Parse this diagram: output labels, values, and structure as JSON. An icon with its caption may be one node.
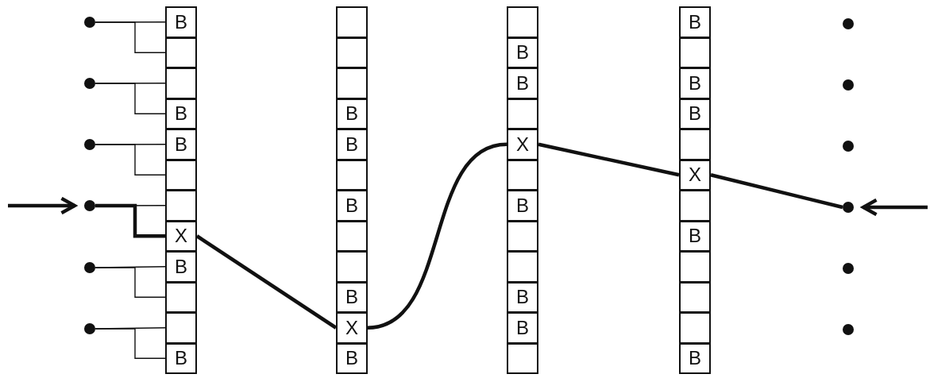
{
  "diagram": {
    "nodes": [
      {
        "text": [],
        "shape": "circle"
      },
      {
        "text": [],
        "shape": "circle"
      },
      {
        "text": [],
        "shape": "circle"
      },
      {
        "text": [],
        "shape": "circle"
      },
      {
        "text": [],
        "shape": "circle"
      },
      {
        "text": [],
        "shape": "circle"
      },
      {
        "text": [
          "B"
        ]
      },
      {
        "text": [],
        "shape": "box"
      },
      {
        "text": [],
        "shape": "box"
      },
      {
        "text": [
          "B"
        ]
      },
      {
        "text": [
          "B"
        ]
      },
      {
        "text": [],
        "shape": "box"
      },
      {
        "text": [],
        "shape": "box"
      },
      {
        "text": [
          "X"
        ]
      },
      {
        "text": [
          "B"
        ]
      },
      {
        "text": [],
        "shape": "box"
      },
      {
        "text": [],
        "shape": "box"
      },
      {
        "text": [
          "B"
        ]
      },
      {
        "text": [],
        "shape": "box"
      },
      {
        "text": [],
        "shape": "box"
      },
      {
        "text": [],
        "shape": "box"
      },
      {
        "text": [
          "B"
        ]
      },
      {
        "text": [
          "B"
        ]
      },
      {
        "text": [],
        "shape": "box"
      },
      {
        "text": [
          "B"
        ]
      },
      {
        "text": [],
        "shape": "box"
      },
      {
        "text": [],
        "shape": "box"
      },
      {
        "text": [
          "B"
        ]
      },
      {
        "text": [
          "X"
        ]
      },
      {
        "text": [
          "B"
        ]
      },
      {
        "text": [],
        "shape": "box"
      },
      {
        "text": [
          "B"
        ]
      },
      {
        "text": [
          "B"
        ]
      },
      {
        "text": [],
        "shape": "box"
      },
      {
        "text": [
          "X"
        ]
      },
      {
        "text": [],
        "shape": "box"
      },
      {
        "text": [
          "B"
        ]
      },
      {
        "text": [],
        "shape": "box"
      },
      {
        "text": [],
        "shape": "box"
      },
      {
        "text": [
          "B"
        ]
      },
      {
        "text": [
          "B"
        ]
      },
      {
        "text": [],
        "shape": "box"
      },
      {
        "text": [
          "B"
        ]
      },
      {
        "text": [],
        "shape": "box"
      },
      {
        "text": [
          "B"
        ]
      },
      {
        "text": [
          "B"
        ]
      },
      {
        "text": [],
        "shape": "box"
      },
      {
        "text": [
          "X"
        ]
      },
      {
        "text": [],
        "shape": "box"
      },
      {
        "text": [
          "B"
        ]
      },
      {
        "text": [],
        "shape": "box"
      },
      {
        "text": [],
        "shape": "box"
      },
      {
        "text": [],
        "shape": "box"
      },
      {
        "text": [
          "B"
        ]
      },
      {
        "text": [],
        "shape": "circle"
      },
      {
        "text": [],
        "shape": "circle"
      },
      {
        "text": [],
        "shape": "circle"
      },
      {
        "text": [],
        "shape": "circle"
      },
      {
        "text": [],
        "shape": "circle"
      },
      {
        "text": [],
        "shape": "circle"
      }
    ],
    "edges": [
      {
        "from": 0,
        "to": 6,
        "arrow": "none"
      },
      {
        "from": 0,
        "to": 7,
        "arrow": "none"
      },
      {
        "from": 1,
        "to": 8,
        "arrow": "none"
      },
      {
        "from": 1,
        "to": 9,
        "arrow": "none"
      },
      {
        "from": 2,
        "to": 10,
        "arrow": "none"
      },
      {
        "from": 2,
        "to": 11,
        "arrow": "none"
      },
      {
        "from": 3,
        "to": 12,
        "arrow": "none"
      },
      {
        "from": 3,
        "to": 13,
        "arrow": "none",
        "style": "thick"
      },
      {
        "from": 4,
        "to": 14,
        "arrow": "none"
      },
      {
        "from": 4,
        "to": 15,
        "arrow": "none"
      },
      {
        "from": 5,
        "to": 16,
        "arrow": "none"
      },
      {
        "from": 5,
        "to": 17,
        "arrow": "none"
      },
      {
        "from": 13,
        "to": 28,
        "arrow": "none",
        "style": "thick"
      },
      {
        "from": 28,
        "to": 34,
        "arrow": "none",
        "style": "thick"
      },
      {
        "from": 34,
        "to": 47,
        "arrow": "none",
        "style": "thick"
      },
      {
        "from": 47,
        "to": 57,
        "arrow": "none",
        "style": "thick"
      },
      {
        "from": null,
        "to": 3,
        "arrow": "to",
        "style": "thick"
      },
      {
        "from": null,
        "to": 57,
        "arrow": "to",
        "style": "thick"
      }
    ]
  }
}
